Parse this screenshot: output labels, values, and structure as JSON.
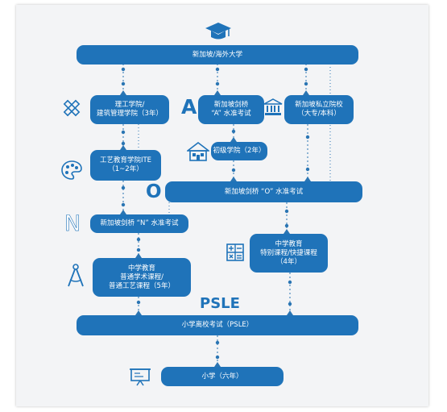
{
  "colors": {
    "primary": "#1f73b9",
    "connector": "#2a75b3",
    "background": "#f3f4f6"
  },
  "nodes": {
    "university": "新加坡/海外大学",
    "polytechnic": [
      "理工学院/",
      "建筑管理学院（3年）"
    ],
    "a_level": [
      "新加坡剑桥",
      "“A” 水准考试"
    ],
    "private_school": [
      "新加坡私立院校",
      "（大专/本科）"
    ],
    "junior_college": "初级学院（2年）",
    "ite": [
      "工艺教育学院ITE",
      "（1~2年）"
    ],
    "o_level": "新加坡剑桥 “O” 水准考试",
    "n_level": "新加坡剑桥 “N” 水准考试",
    "secondary_express": [
      "中学教育",
      "普通学术课程/",
      "普通工艺课程（5年）"
    ],
    "secondary_special": [
      "中学教育",
      "特别课程/快捷课程",
      "（4年）"
    ],
    "psle": "小学离校考试（PSLE）",
    "primary": "小学（六年）"
  },
  "letter_labels": {
    "a": "A",
    "o": "O",
    "n": "N",
    "psle": "PSLE"
  },
  "icons": [
    "graduation-cap-icon",
    "pencil-ruler-icon",
    "building-icon",
    "house-icon",
    "palette-icon",
    "calculator-icon",
    "compass-icon",
    "blackboard-icon"
  ]
}
